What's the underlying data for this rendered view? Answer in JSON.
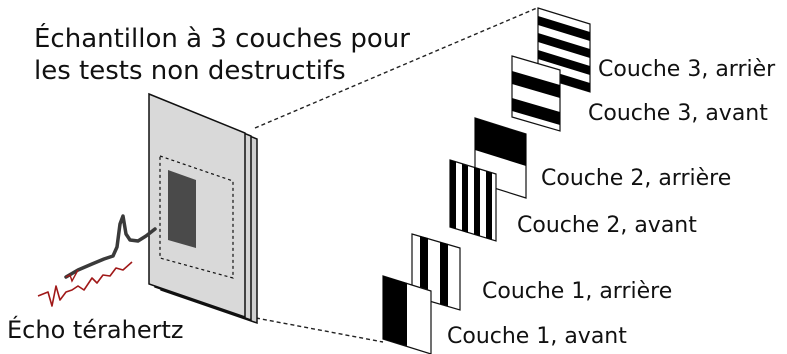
{
  "title": {
    "line1": "Échantillon à 3 couches pour",
    "line2": "les tests non destructifs"
  },
  "echo_label": "Écho térahertz",
  "layers": [
    {
      "label": "Couche 3, arrièr",
      "pattern": "horizontal-stripes",
      "stripes": 4
    },
    {
      "label": "Couche 3, avant",
      "pattern": "horizontal-stripes",
      "stripes": 2
    },
    {
      "label": "Couche 2, arrière",
      "pattern": "half-top-black"
    },
    {
      "label": "Couche 2, avant",
      "pattern": "vertical-stripes",
      "stripes": 4
    },
    {
      "label": "Couche 1, arrière",
      "pattern": "vertical-stripes",
      "stripes": 2
    },
    {
      "label": "Couche 1, avant",
      "pattern": "half-left-black"
    }
  ],
  "colors": {
    "sample_face": "#d9d9d9",
    "sample_edge": "#111111",
    "inner_block": "#4a4a4a",
    "signal_dark": "#3a3a3a",
    "signal_red": "#a01818"
  }
}
